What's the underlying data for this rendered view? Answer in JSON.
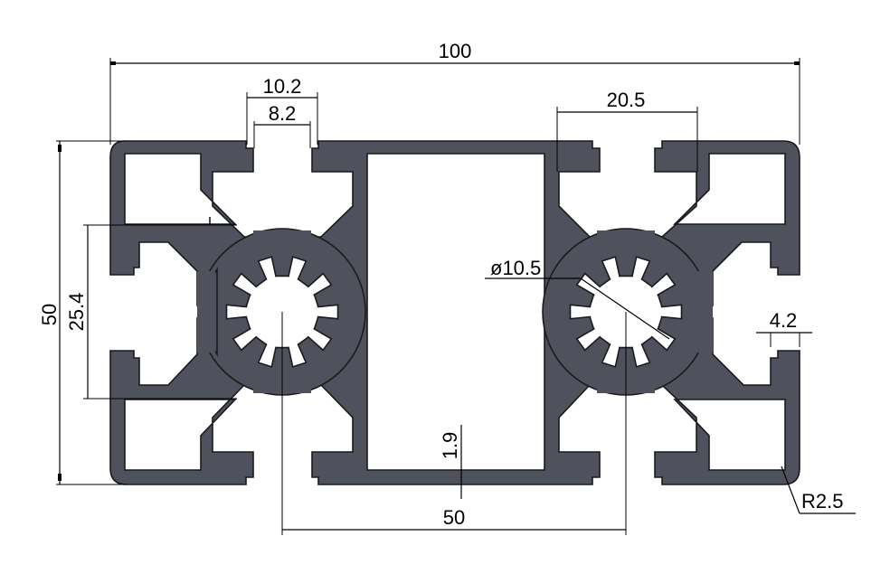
{
  "drawing": {
    "title": "Aluminum extrusion profile 50x100 cross-section",
    "units": "mm",
    "colors": {
      "profile_fill": "#4f515c",
      "profile_stroke": "#1a1a1e",
      "dimension": "#000000",
      "background": "#ffffff"
    }
  },
  "dimensions": {
    "overall_width": "100",
    "overall_height": "50",
    "slot_opening_outer": "10.2",
    "slot_opening_inner": "8.2",
    "slot_width_right": "20.5",
    "slot_spacing_vertical": "25.4",
    "core_hole_diameter": "ø10.5",
    "wall_thickness": "1.9",
    "core_center_distance": "50",
    "lip_width": "4.2",
    "corner_radius": "R2.5"
  }
}
